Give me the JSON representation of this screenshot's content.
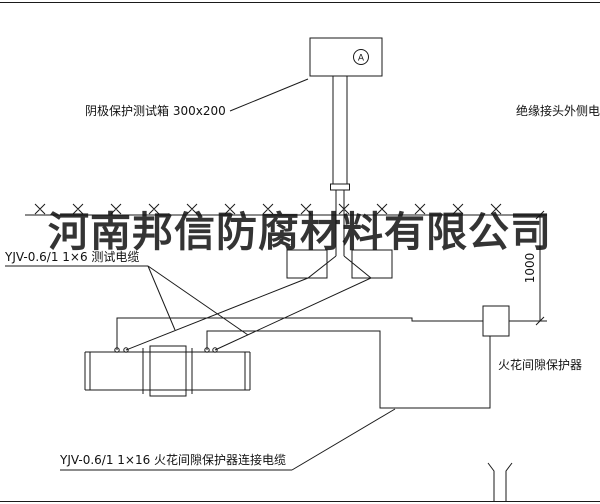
{
  "watermark": {
    "text": "河南邦信防腐材料有限公司"
  },
  "annotations": {
    "test_box_label": "阴极保护测试箱 300x200",
    "insulated_joint_cable_label": "绝缘接头外侧电缆",
    "test_cable_label": "YJV-0.6/1 1×6  测试电缆",
    "spark_gap_label": "火花间隙保护器",
    "spark_gap_cable_label": "YJV-0.6/1 1×16  火花间隙保护器连接电缆",
    "dimension_1000": "1000",
    "meter_letter": "A"
  },
  "colors": {
    "line": "#1a1a1a",
    "watermark": "#2e2e2e",
    "background": "#ffffff"
  }
}
